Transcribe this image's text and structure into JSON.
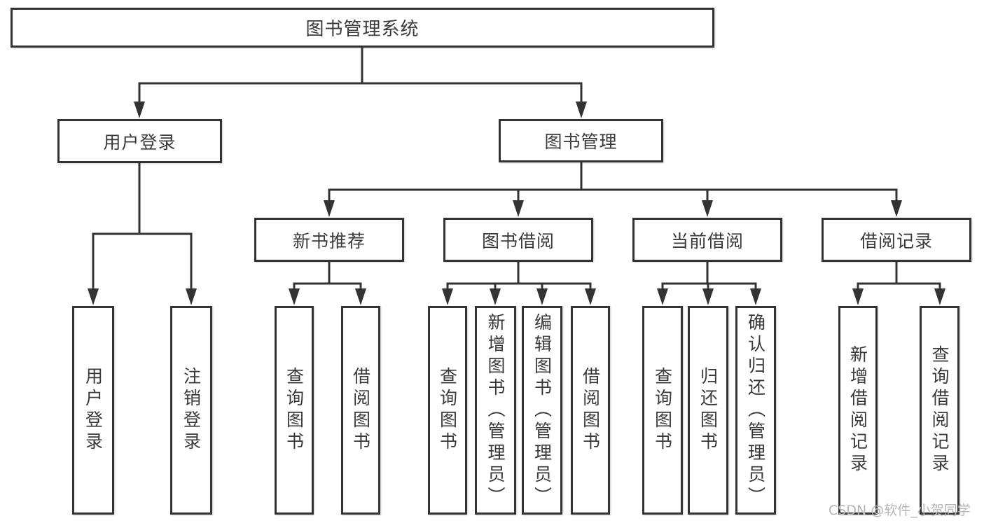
{
  "tree": {
    "label": "图书管理系统",
    "children": [
      {
        "label": "用户登录",
        "children": [
          {
            "label": "用户登录"
          },
          {
            "label": "注销登录"
          }
        ]
      },
      {
        "label": "图书管理",
        "children": [
          {
            "label": "新书推荐",
            "children": [
              {
                "label": "查询图书"
              },
              {
                "label": "借阅图书"
              }
            ]
          },
          {
            "label": "图书借阅",
            "children": [
              {
                "label": "查询图书"
              },
              {
                "label": "新增图书（管理员）"
              },
              {
                "label": "编辑图书（管理员）"
              },
              {
                "label": "借阅图书"
              }
            ]
          },
          {
            "label": "当前借阅",
            "children": [
              {
                "label": "查询图书"
              },
              {
                "label": "归还图书"
              },
              {
                "label": "确认归还（管理员）"
              }
            ]
          },
          {
            "label": "借阅记录",
            "children": [
              {
                "label": "新增借阅记录"
              },
              {
                "label": "查询借阅记录"
              }
            ]
          }
        ]
      }
    ]
  },
  "watermark": "CSDN @软件_小贺同学",
  "colors": {
    "line": "#333333",
    "text": "#3a3a3a",
    "box_background": "#ffffff",
    "watermark_text": "#b5b5b5"
  }
}
